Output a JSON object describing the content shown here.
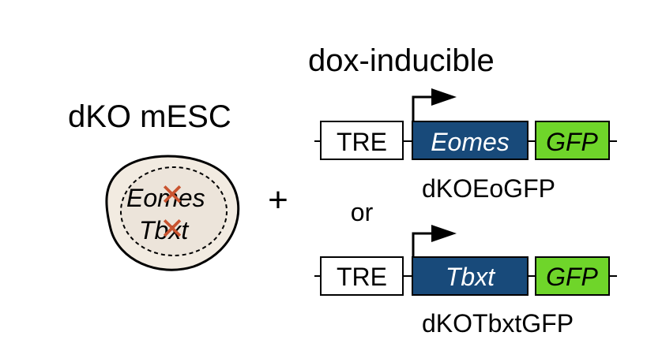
{
  "left": {
    "title": "dKO mESC",
    "cell": {
      "genes": [
        "Eomes",
        "Tbxt"
      ],
      "knockout_mark": "✕",
      "colors": {
        "cell_fill": "#f2ebe1",
        "nucleus_fill": "#ece4da",
        "cross": "#c9532f",
        "outline": "#000000"
      }
    }
  },
  "plus": "+",
  "right": {
    "header": "dox-inducible",
    "connector": "or",
    "constructs": [
      {
        "promoter": "TRE",
        "gene": "Eomes",
        "reporter": "GFP",
        "name": "dKOEoGFP"
      },
      {
        "promoter": "TRE",
        "gene": "Tbxt",
        "reporter": "GFP",
        "name": "dKOTbxtGFP"
      }
    ],
    "colors": {
      "gene_box": "#184a7a",
      "gene_text": "#ffffff",
      "gfp_box": "#6fd52a",
      "promoter_box": "#ffffff",
      "line": "#000000"
    }
  }
}
